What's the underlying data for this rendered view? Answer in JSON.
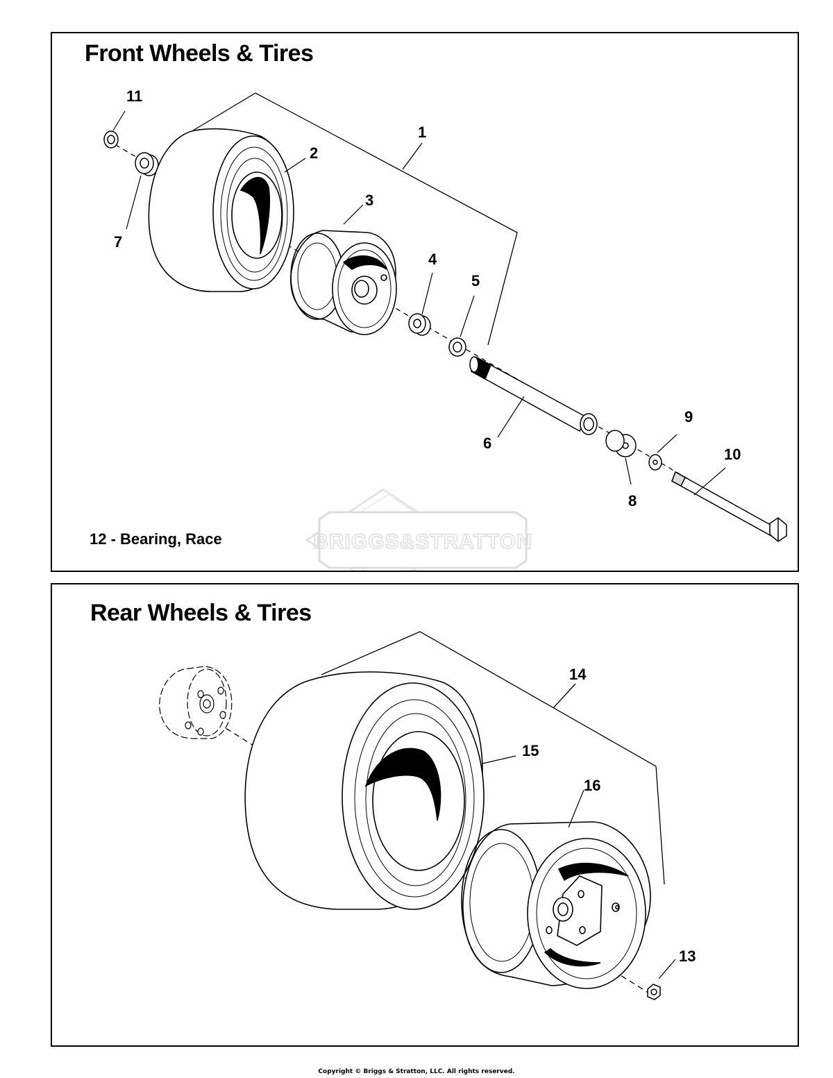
{
  "front": {
    "title": "Front Wheels & Tires",
    "note": "12 - Bearing, Race",
    "callouts": [
      "11",
      "1",
      "2",
      "3",
      "7",
      "4",
      "5",
      "6",
      "9",
      "10",
      "8"
    ]
  },
  "rear": {
    "title": "Rear Wheels & Tires",
    "callouts": [
      "14",
      "15",
      "16",
      "13"
    ]
  },
  "watermark": {
    "brand": "BRIGGS&STRATTON",
    "color": "#dcdcdc"
  },
  "footer": {
    "copyright": "Copyright © Briggs & Stratton, LLC. All rights reserved."
  }
}
